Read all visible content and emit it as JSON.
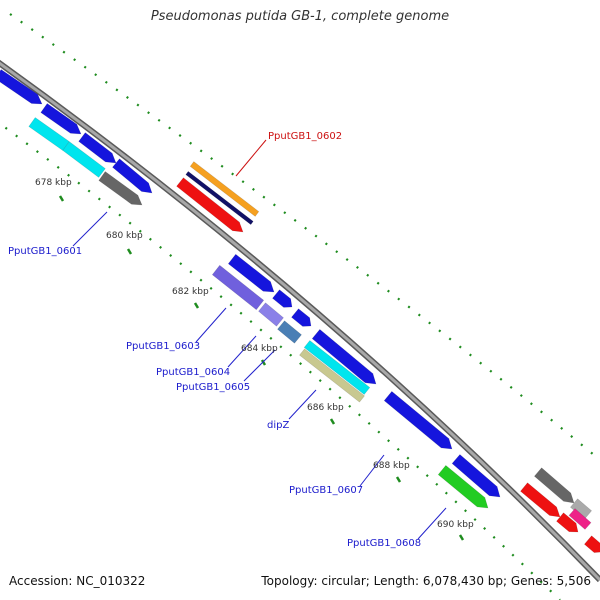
{
  "title": "Pseudomonas putida GB-1, complete genome",
  "footer": {
    "accession": "Accession: NC_010322",
    "summary": "Topology: circular; Length: 6,078,430 bp; Genes: 5,506"
  },
  "colors": {
    "backbone": "#909090",
    "backbone_edge": "#5a5a5a",
    "dots": "#1f8c1f",
    "blue_label": "#1a1acc",
    "red_label": "#cc1111",
    "leader": "#2222cc",
    "leader_red": "#cc1111"
  },
  "ticks": [
    "678 kbp",
    "680 kbp",
    "682 kbp",
    "684 kbp",
    "686 kbp",
    "688 kbp",
    "690 kbp"
  ],
  "gene_labels": [
    {
      "id": "g0601",
      "text": "PputGB1_0601",
      "color": "blue"
    },
    {
      "id": "g0602",
      "text": "PputGB1_0602",
      "color": "red"
    },
    {
      "id": "g0603",
      "text": "PputGB1_0603",
      "color": "blue"
    },
    {
      "id": "g0604",
      "text": "PputGB1_0604",
      "color": "blue"
    },
    {
      "id": "g0605",
      "text": "PputGB1_0605",
      "color": "blue"
    },
    {
      "id": "dipz",
      "text": "dipZ",
      "color": "blue"
    },
    {
      "id": "g0607",
      "text": "PputGB1_0607",
      "color": "blue"
    },
    {
      "id": "g0608",
      "text": "PputGB1_0608",
      "color": "blue"
    }
  ],
  "features": [
    {
      "id": "f1",
      "color": "#1515dd",
      "strand": "fwd"
    },
    {
      "id": "f2",
      "color": "#1515dd",
      "strand": "fwd"
    },
    {
      "id": "f3",
      "color": "#1515dd",
      "strand": "fwd"
    },
    {
      "id": "f4",
      "color": "#1515dd",
      "strand": "fwd"
    },
    {
      "id": "f5",
      "color": "#00e5ee",
      "strand": "fwd"
    },
    {
      "id": "f6",
      "color": "#00e5ee",
      "strand": "fwd"
    },
    {
      "id": "f7",
      "color": "#666666",
      "strand": "fwd"
    },
    {
      "id": "f8",
      "color": "#f5a020",
      "strand": "fwd"
    },
    {
      "id": "f9",
      "color": "#111166",
      "strand": "fwd"
    },
    {
      "id": "f10",
      "color": "#ee1111",
      "strand": "fwd"
    },
    {
      "id": "f11",
      "color": "#1515dd",
      "strand": "fwd"
    },
    {
      "id": "f12",
      "color": "#1515dd",
      "strand": "fwd"
    },
    {
      "id": "f13",
      "color": "#1515dd",
      "strand": "fwd"
    },
    {
      "id": "f14",
      "color": "#7060dd",
      "strand": "fwd"
    },
    {
      "id": "f15",
      "color": "#8a80e8",
      "strand": "fwd"
    },
    {
      "id": "f16",
      "color": "#4a7fb5",
      "strand": "fwd"
    },
    {
      "id": "f17",
      "color": "#1515dd",
      "strand": "fwd"
    },
    {
      "id": "f18",
      "color": "#00e5ee",
      "strand": "fwd"
    },
    {
      "id": "f19",
      "color": "#c8c890",
      "strand": "fwd"
    },
    {
      "id": "f20",
      "color": "#1515dd",
      "strand": "fwd"
    },
    {
      "id": "f21",
      "color": "#1515dd",
      "strand": "fwd"
    },
    {
      "id": "f22",
      "color": "#22cc22",
      "strand": "fwd"
    },
    {
      "id": "f23",
      "color": "#666666",
      "strand": "fwd"
    },
    {
      "id": "f24",
      "color": "#ee1111",
      "strand": "fwd"
    },
    {
      "id": "f25",
      "color": "#ee1111",
      "strand": "fwd"
    },
    {
      "id": "f26",
      "color": "#aaaaaa",
      "strand": "fwd"
    },
    {
      "id": "f27",
      "color": "#ee2288",
      "strand": "fwd"
    },
    {
      "id": "f28",
      "color": "#ee1111",
      "strand": "fwd"
    }
  ]
}
